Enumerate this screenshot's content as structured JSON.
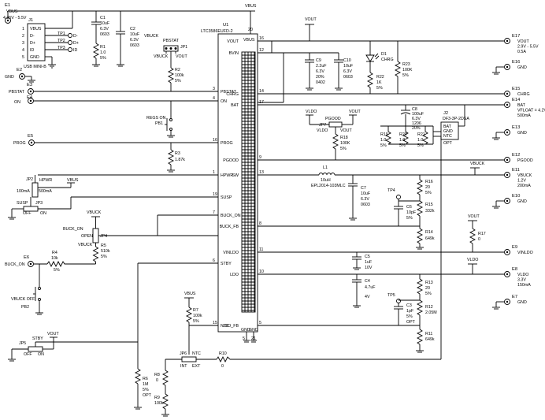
{
  "ic": {
    "designator": "U1",
    "part": "LTC3586EUFD-2",
    "pins_left": [
      {
        "num": "3",
        "name": "PBSTAT"
      },
      {
        "num": "4",
        "name": "ON"
      },
      {
        "num": "16",
        "name": "PROG"
      },
      {
        "num": "1",
        "name": "HPWR"
      },
      {
        "num": "19",
        "name": "SUSP"
      },
      {
        "num": "7",
        "name": "BUCK_ON"
      },
      {
        "num": "6",
        "name": "STBY"
      },
      {
        "num": "15",
        "name": "NTC"
      }
    ],
    "pins_right": [
      {
        "num": "16",
        "name": "VOUT"
      },
      {
        "num": "12",
        "name": "BVIN"
      },
      {
        "num": "14",
        "name": "CHRG"
      },
      {
        "num": "17",
        "name": "BAT"
      },
      {
        "num": "9",
        "name": "PGOOD"
      },
      {
        "num": "13",
        "name": "SW"
      },
      {
        "num": "8",
        "name": "BUCK_FB"
      },
      {
        "num": "11",
        "name": "VINLDO"
      },
      {
        "num": "10",
        "name": "LDO"
      },
      {
        "num": "5",
        "name": "LDO_FB"
      }
    ],
    "pin_vbus": "VBUS",
    "pin_vbus_num": "20",
    "pin_gnd1": "GND",
    "pin_gnd2": "GND",
    "pin_gnd1_num": "5",
    "pin_gnd2_num": "21"
  },
  "nets": {
    "vbus": "VBUS",
    "vout": "VOUT",
    "vbuck": "VBUCK",
    "vldo": "VLDO",
    "gnd": "GND"
  },
  "connector_j1": {
    "designator": "J1",
    "part": "USB MINI-B",
    "pins": [
      {
        "num": "1",
        "name": "VBUS"
      },
      {
        "num": "2",
        "name": "D-"
      },
      {
        "num": "3",
        "name": "D+"
      },
      {
        "num": "4",
        "name": "ID"
      },
      {
        "num": "5",
        "name": "GND"
      }
    ],
    "testpoints": [
      {
        "name": "TP1",
        "signal": "D-"
      },
      {
        "name": "TP2",
        "signal": "D+"
      },
      {
        "name": "TP3",
        "signal": "ID"
      }
    ]
  },
  "left_terminals": {
    "e1": {
      "ref": "E1",
      "net": "VBUS",
      "range": "4.35V - 5.5V"
    },
    "e2": {
      "ref": "E2",
      "net": "GND"
    },
    "e3": {
      "ref": "E3",
      "net": "PBSTAT"
    },
    "e4": {
      "ref": "E4",
      "net": "ON"
    },
    "e5": {
      "ref": "E5",
      "net": "PROG"
    },
    "e6": {
      "ref": "E6",
      "net": "BUCK_ON"
    }
  },
  "right_terminals": [
    {
      "ref": "E17",
      "lines": [
        "VOUT",
        "2.9V - 5.5V",
        "0.5A"
      ]
    },
    {
      "ref": "E16",
      "lines": [
        "GND"
      ]
    },
    {
      "ref": "E15",
      "lines": [
        "CHRG"
      ]
    },
    {
      "ref": "E14",
      "lines": [
        "BAT",
        "VFLOAT = 4.2V",
        "500mA"
      ]
    },
    {
      "ref": "E13",
      "lines": [
        "GND"
      ]
    },
    {
      "ref": "E12",
      "lines": [
        "PGOOD"
      ]
    },
    {
      "ref": "E11",
      "lines": [
        "VBUCK",
        "1.2V",
        "200mA"
      ]
    },
    {
      "ref": "E10",
      "lines": [
        "GND"
      ]
    },
    {
      "ref": "E9",
      "lines": [
        "VINLDO"
      ]
    },
    {
      "ref": "E8",
      "lines": [
        "VLDO",
        "3.3V",
        "150mA"
      ]
    },
    {
      "ref": "E7",
      "lines": [
        "GND"
      ]
    }
  ],
  "components": {
    "c1": [
      "C1",
      "10uF",
      "6.3V",
      "0603"
    ],
    "r1": [
      "R1",
      "1.0",
      "5%"
    ],
    "c2": [
      "C2",
      "10uF",
      "6.3V",
      "0603"
    ],
    "jp1": [
      "JP1",
      "PBSTAT",
      "VBUCK",
      "VOUT"
    ],
    "r2": [
      "R2",
      "100k",
      "5%"
    ],
    "pb1": [
      "REGS ON",
      "PB1"
    ],
    "r3": [
      "R3",
      "1.87k"
    ],
    "c9": [
      "C9",
      "2.2uF",
      "6.3V",
      "20%",
      "0402"
    ],
    "c10": [
      "C10",
      "10uF",
      "6.3V",
      "0603"
    ],
    "d1": [
      "D1",
      "CHRG"
    ],
    "r22": [
      "R22",
      "1K",
      "5%"
    ],
    "r23": [
      "R23",
      "100K",
      "5%"
    ],
    "c8": [
      "C8",
      "100uF",
      "6.3V",
      "1206",
      "20%"
    ],
    "jp7": [
      "JP7",
      "PGOOD",
      "VLDO",
      "VOUT"
    ],
    "r18": [
      "R18",
      "100K",
      "5%"
    ],
    "r19": [
      "R19",
      "1.0",
      "5%"
    ],
    "r20": [
      "R20",
      "1.0",
      "5%"
    ],
    "r21": [
      "R21",
      "1.0",
      "5%"
    ],
    "j2": [
      "J2",
      "DF3-3P-2DSA",
      "BAT",
      "GND",
      "NTC",
      "OPT"
    ],
    "l1": [
      "L1",
      "10uH",
      "EPL2014-103MLC"
    ],
    "c7": [
      "C7",
      "10uF",
      "6.3V",
      "0603"
    ],
    "tp4": [
      "TP4"
    ],
    "c6": [
      "C6",
      "10pF",
      "5%"
    ],
    "r16": [
      "R16",
      "20",
      "5%"
    ],
    "r15": [
      "R15",
      "332k"
    ],
    "r14": [
      "R14",
      "649k"
    ],
    "r17": [
      "R17",
      "0"
    ],
    "c5": [
      "C5",
      "1uF",
      "10V"
    ],
    "c4": [
      "C4",
      "4.7uF",
      "4V"
    ],
    "tp5": [
      "TP5"
    ],
    "c3": [
      "C3",
      "1pF",
      "5%",
      "OPT"
    ],
    "r13": [
      "R13",
      "20",
      "5%"
    ],
    "r12": [
      "R12",
      "2.05M"
    ],
    "r11": [
      "R11",
      "649k"
    ],
    "jp2": [
      "JP2",
      "HPWR",
      "100mA",
      "500mA"
    ],
    "jp3": [
      "JP3",
      "SUSP",
      "OFF",
      "ON"
    ],
    "jp4": [
      "JP4",
      "BUCK_ON",
      "OPEN"
    ],
    "r5": [
      "R5",
      "510k",
      "5%"
    ],
    "r4": [
      "R4",
      "10k",
      "5%"
    ],
    "pb2": [
      "VBUCK OFF",
      "PB2"
    ],
    "jp5": [
      "JP5",
      "STBY",
      "OFF",
      "ON"
    ],
    "r6": [
      "R6",
      "1M",
      "5%",
      "OPT"
    ],
    "jp6": [
      "JP6",
      "NTC",
      "INT",
      "EXT"
    ],
    "r7": [
      "R7",
      "100k",
      "5%"
    ],
    "r8": [
      "R8",
      "0"
    ],
    "r9": [
      "R9",
      "100k"
    ],
    "r10": [
      "R10",
      "0"
    ]
  }
}
